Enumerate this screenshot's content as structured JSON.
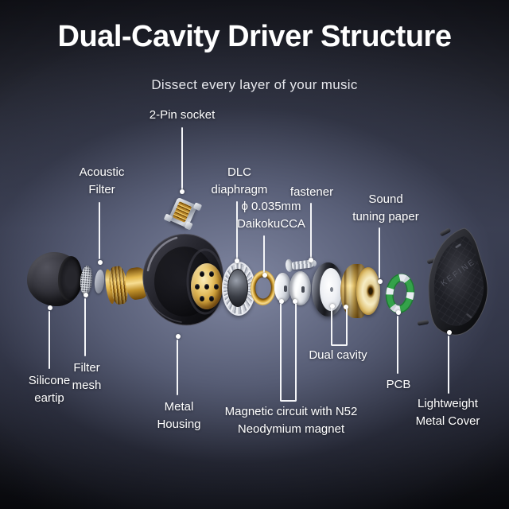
{
  "header": {
    "title": "Dual-Cavity Driver Structure",
    "subtitle": "Dissect every layer of your music"
  },
  "labels": {
    "pin_socket": {
      "text": "2-Pin socket"
    },
    "acoustic_filter": {
      "line1": "Acoustic",
      "line2": "Filter"
    },
    "dlc_diaphragm": {
      "line1": "DLC",
      "line2": "diaphragm"
    },
    "daikoku": {
      "line1": "ϕ 0.035mm",
      "line2": "DaikokuCCA"
    },
    "fastener": {
      "text": "fastener"
    },
    "sound_tuning": {
      "line1": "Sound",
      "line2": "tuning paper"
    },
    "silicone_eartip": {
      "line1": "Silicone",
      "line2": "eartip"
    },
    "filter_mesh": {
      "line1": "Filter",
      "line2": "mesh"
    },
    "metal_housing": {
      "line1": "Metal",
      "line2": "Housing"
    },
    "magnetic_circuit": {
      "line1": "Magnetic circuit with N52",
      "line2": "Neodymium magnet"
    },
    "dual_cavity": {
      "text": "Dual cavity"
    },
    "pcb": {
      "text": "PCB"
    },
    "metal_cover": {
      "line1": "Lightweight",
      "line2": "Metal Cover"
    }
  },
  "cover_brand": "KEFINE",
  "colors": {
    "text": "#ffffff",
    "leader_line": "#f4f5f8",
    "accent_gold": "#e3b84e",
    "pcb_green": "#34a24a",
    "background_center": "#6a7088",
    "background_edge": "#0a0a0e"
  }
}
